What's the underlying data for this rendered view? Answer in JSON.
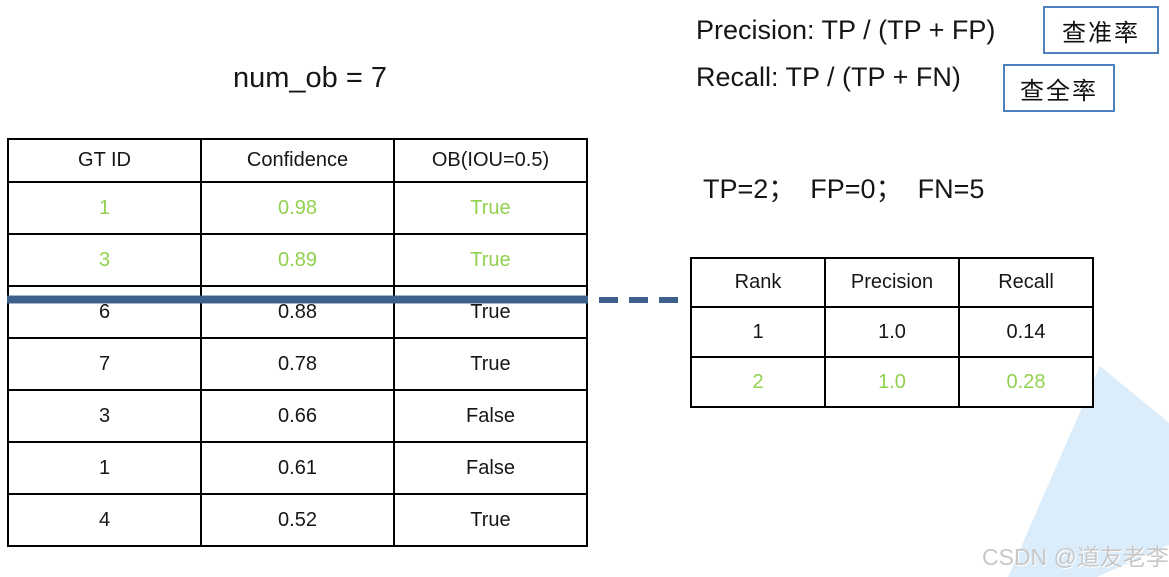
{
  "title": "num_ob = 7",
  "formulas": {
    "precision": "Precision: TP / (TP + FP)",
    "recall": "Recall: TP / (TP + FN)",
    "precision_label_cn": "查准率",
    "recall_label_cn": "查全率"
  },
  "counts_line": "TP=2；  FP=0；  FN=5",
  "left_table": {
    "headers": [
      "GT ID",
      "Confidence",
      "OB(IOU=0.5)"
    ],
    "rows": [
      {
        "gt_id": "1",
        "confidence": "0.98",
        "ob": "True",
        "highlighted": true
      },
      {
        "gt_id": "3",
        "confidence": "0.89",
        "ob": "True",
        "highlighted": true
      },
      {
        "gt_id": "6",
        "confidence": "0.88",
        "ob": "True",
        "highlighted": false
      },
      {
        "gt_id": "7",
        "confidence": "0.78",
        "ob": "True",
        "highlighted": false
      },
      {
        "gt_id": "3",
        "confidence": "0.66",
        "ob": "False",
        "highlighted": false
      },
      {
        "gt_id": "1",
        "confidence": "0.61",
        "ob": "False",
        "highlighted": false
      },
      {
        "gt_id": "4",
        "confidence": "0.52",
        "ob": "True",
        "highlighted": false
      }
    ]
  },
  "right_table": {
    "headers": [
      "Rank",
      "Precision",
      "Recall"
    ],
    "rows": [
      {
        "rank": "1",
        "precision": "1.0",
        "recall": "0.14",
        "highlighted": false
      },
      {
        "rank": "2",
        "precision": "1.0",
        "recall": "0.28",
        "highlighted": true
      }
    ]
  },
  "watermark": "CSDN @道友老李",
  "colors": {
    "highlight_green": "#92D050",
    "divider_blue": "#3D618C",
    "cn_box_border_blue": "#4E80BD",
    "watermark_triangle_fill": "#DBEDFB",
    "watermark_text_gray": "#C7C7C7"
  }
}
